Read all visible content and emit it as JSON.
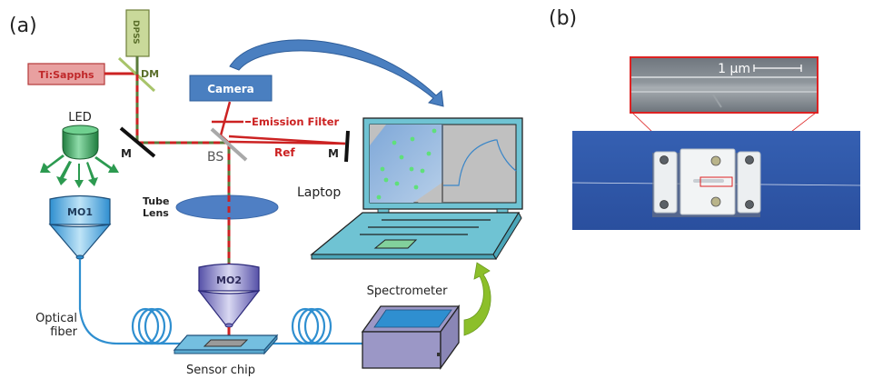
{
  "panels": {
    "a": {
      "label": "(a)"
    },
    "b": {
      "label": "(b)"
    }
  },
  "diagram_a": {
    "components": {
      "dpss": "DPSS",
      "ti_sapphs": "Ti:Sapphs",
      "dm": "DM",
      "camera": "Camera",
      "emission_filter": "Emission Filter",
      "mirror_left": "M",
      "mirror_right": "M",
      "bs": "BS",
      "ref": "Ref",
      "led": "LED",
      "tube_lens_line1": "Tube",
      "tube_lens_line2": "Lens",
      "mo1": "MO1",
      "mo2": "MO2",
      "laptop": "Laptop",
      "optical_fiber_line1": "Optical",
      "optical_fiber_line2": "fiber",
      "sensor_chip": "Sensor chip",
      "spectrometer": "Spectrometer"
    },
    "colors": {
      "laser_red": "#cc2222",
      "laser_green": "#5a7a3a",
      "dpss_fill": "#c9d99a",
      "ti_fill": "#e8a0a0",
      "camera_fill": "#4a7fc0",
      "fiber_blue": "#2f8fd0",
      "laptop_teal": "#6fc3d3",
      "spectrometer_purple": "#9b97c6",
      "arrow_green": "#8cbf2a",
      "led_green": "#2c9a50"
    }
  },
  "diagram_b": {
    "scale_bar": "1 μm",
    "zoom_outline_color": "#dd2222",
    "background_blue": "#2f55a8"
  }
}
